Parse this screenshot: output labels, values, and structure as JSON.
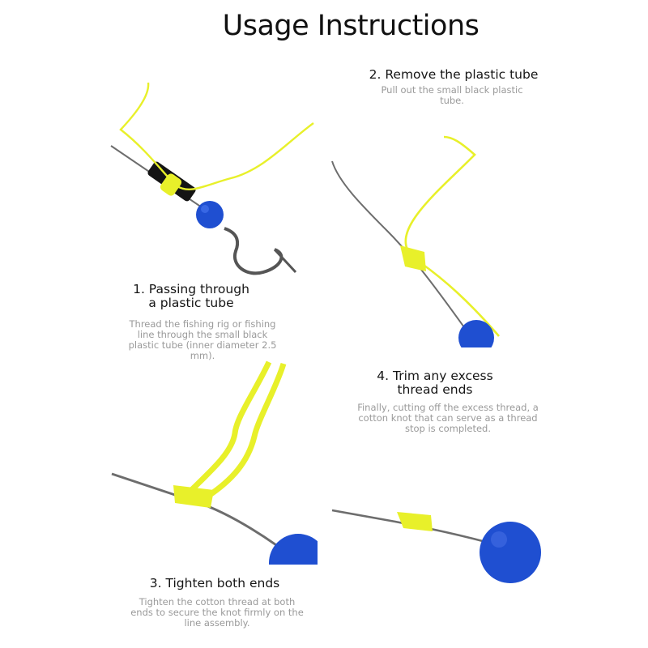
{
  "title": "Usage Instructions",
  "steps": [
    {
      "heading_line1": "1. Passing through",
      "heading_line2": "a plastic tube",
      "description": "Thread the fishing rig or fishing line through the small black plastic tube (inner diameter 2.5 mm)."
    },
    {
      "heading_line1": "2. Remove the plastic tube",
      "description": "Pull out the small black plastic tube."
    },
    {
      "heading_line1": "3. Tighten both ends",
      "description": "Tighten the cotton thread at both ends to secure the knot firmly on the line assembly."
    },
    {
      "heading_line1": "4. Trim any excess",
      "heading_line2": "thread ends",
      "description": "Finally, cutting off the excess thread, a cotton knot that can serve as a thread stop is completed."
    }
  ],
  "colors": {
    "thread": "#e8f02a",
    "line": "#6d6d6d",
    "bead": "#1f4fd1",
    "tube": "#141414"
  }
}
